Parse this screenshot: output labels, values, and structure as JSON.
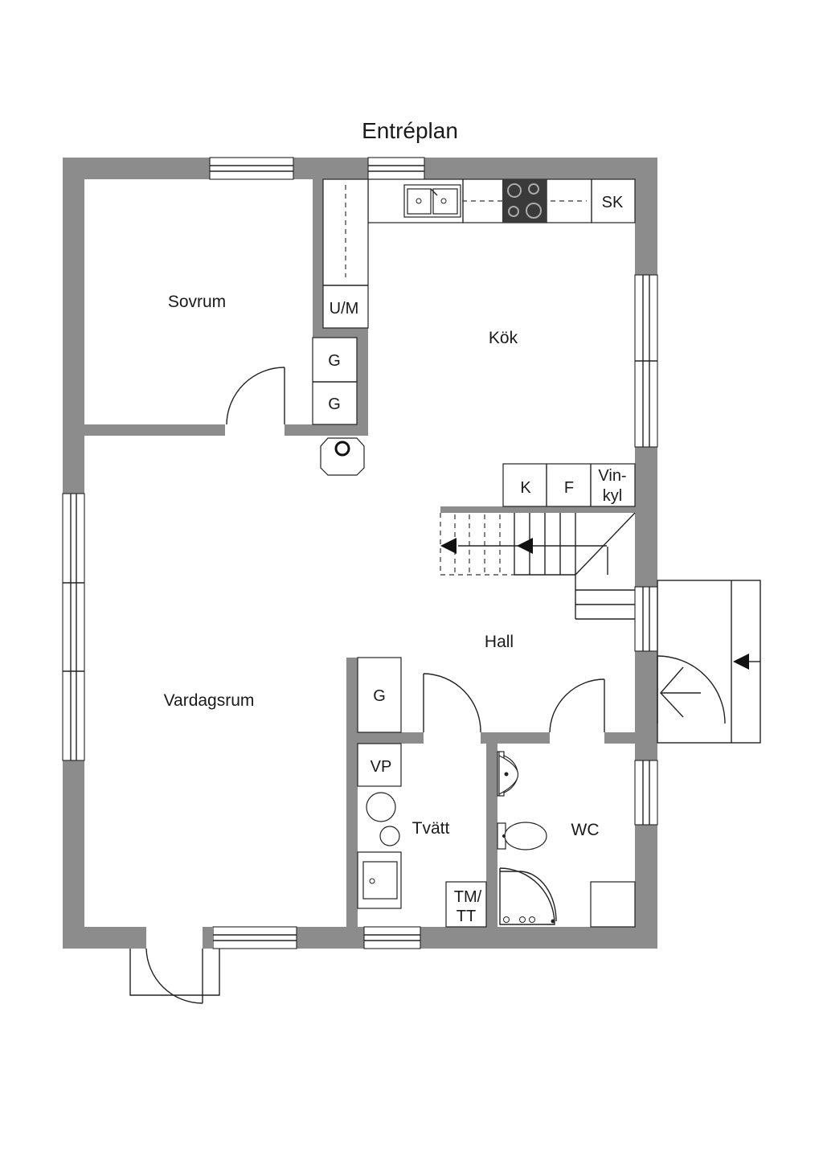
{
  "title": "Entréplan",
  "rooms": {
    "sovrum": "Sovrum",
    "kok": "Kök",
    "hall": "Hall",
    "vardagsrum": "Vardagsrum",
    "tvatt": "Tvätt",
    "wc": "WC"
  },
  "fixtures": {
    "sk": "SK",
    "um": "U/M",
    "g1": "G",
    "g2": "G",
    "g3": "G",
    "k": "K",
    "f": "F",
    "vinkyl_1": "Vin-",
    "vinkyl_2": "kyl",
    "vp": "VP",
    "tmtt_1": "TM/",
    "tmtt_2": "TT"
  },
  "colors": {
    "wall": "#8c8c8c",
    "line": "#222222",
    "background": "#ffffff"
  }
}
